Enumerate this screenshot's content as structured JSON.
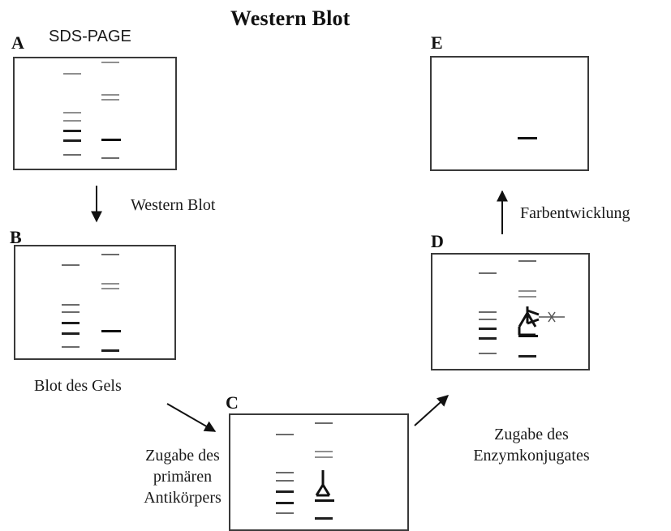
{
  "title": "Western Blot",
  "panels": {
    "a": {
      "letter": "A",
      "caption": "SDS-PAGE"
    },
    "b": {
      "letter": "B",
      "caption": "Blot des Gels"
    },
    "c": {
      "letter": "C",
      "caption": "Zugabe des primären Antikörpers"
    },
    "d": {
      "letter": "D",
      "caption": "Zugabe des Enzymkonjugates"
    },
    "e": {
      "letter": "E"
    }
  },
  "steps": {
    "a_to_b": "Western Blot",
    "d_to_e": "Farbentwicklung"
  },
  "caption_lines": {
    "c": [
      "Zugabe des",
      "primären",
      "Antikörpers"
    ],
    "d": [
      "Zugabe des",
      "Enzymkonjugates"
    ]
  }
}
